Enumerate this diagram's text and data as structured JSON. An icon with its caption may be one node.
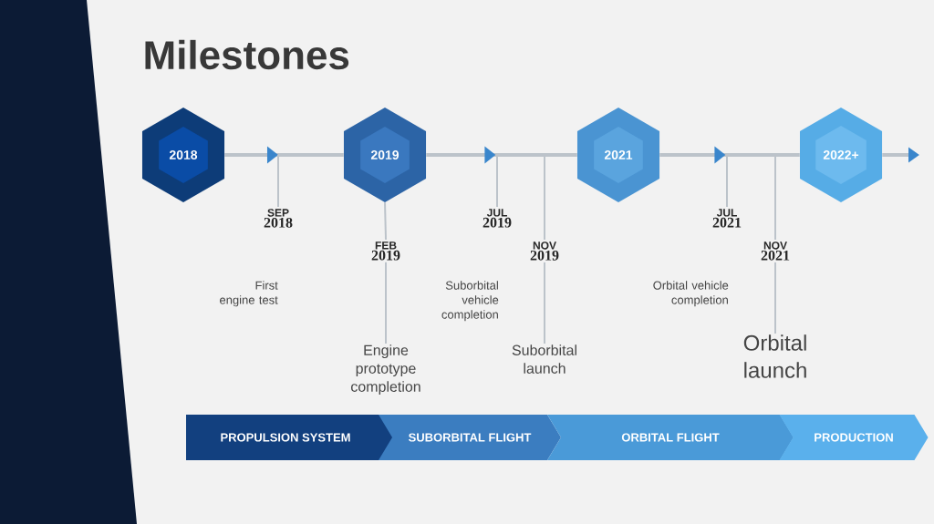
{
  "diagram": {
    "title": "Milestones",
    "nodes": [
      {
        "text": [
          "2018"
        ]
      },
      {
        "text": [
          "2019"
        ]
      },
      {
        "text": [
          "2021"
        ]
      },
      {
        "text": [
          "2022+"
        ]
      },
      {
        "text": [
          "SEP",
          "2018"
        ]
      },
      {
        "text": [
          "FEB",
          "2019"
        ]
      },
      {
        "text": [
          "JUL",
          "2019"
        ]
      },
      {
        "text": [
          "NOV",
          "2019"
        ]
      },
      {
        "text": [
          "JUL",
          "2021"
        ]
      },
      {
        "text": [
          "NOV",
          "2021"
        ]
      },
      {
        "text": [
          "Engine prototype completion"
        ]
      },
      {
        "text": [
          "Suborbital launch"
        ]
      },
      {
        "text": [
          "Orbital launch"
        ]
      },
      {
        "text": [
          "PROPULSION SYSTEM"
        ]
      },
      {
        "text": [
          "SUBORBITAL FLIGHT"
        ]
      },
      {
        "text": [
          "ORBITAL FLIGHT"
        ]
      },
      {
        "text": [
          "PRODUCTION"
        ]
      }
    ],
    "edges": [
      {
        "from": 0,
        "to": 1,
        "arrow": "to",
        "style": "thick"
      },
      {
        "from": 1,
        "to": 2,
        "arrow": "to",
        "style": "thick"
      },
      {
        "from": 2,
        "to": 3,
        "arrow": "to",
        "style": "thick"
      },
      {
        "from": 3,
        "to": null,
        "arrow": "to",
        "style": "thick"
      },
      {
        "from": 4,
        "to": null,
        "arrow": "none"
      },
      {
        "from": 5,
        "to": 1,
        "arrow": "none"
      },
      {
        "from": 6,
        "to": null,
        "arrow": "none"
      },
      {
        "from": 7,
        "to": null,
        "arrow": "none"
      },
      {
        "from": 8,
        "to": null,
        "arrow": "none"
      },
      {
        "from": 9,
        "to": null,
        "arrow": "none"
      },
      {
        "from": 5,
        "to": 10,
        "arrow": "none"
      },
      {
        "from": 7,
        "to": 11,
        "arrow": "none"
      },
      {
        "from": 9,
        "to": 12,
        "arrow": "none"
      }
    ],
    "labels": [
      "First engine test",
      "Suborbital vehicle completion",
      "Orbital vehicle completion"
    ]
  }
}
